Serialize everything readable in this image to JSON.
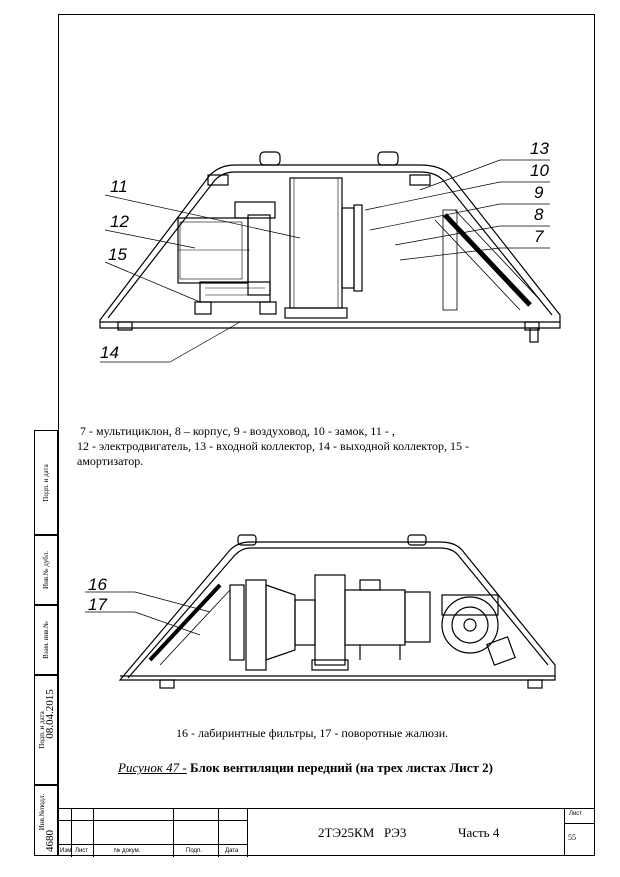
{
  "side_stamp": {
    "podp_data_1": "Подп. и дата",
    "inv_dubl": "Инв.№ дубл.",
    "vzam_inv": "Взам. инв.№",
    "podp_data_2": "Подп. и дата",
    "date_value": "08.04.2015",
    "inv_podl": "Инв.№подл.",
    "inv_value": "4680"
  },
  "figure_top": {
    "labels": [
      "13",
      "10",
      "9",
      "8",
      "7",
      "11",
      "12",
      "15",
      "14"
    ],
    "caption": "7 - мультициклон, 8 – корпус, 9 - воздуховод, 10 - замок, 11 - ,",
    "caption_line2": "12 - электродвигатель, 13 - входной коллектор, 14 - выходной коллектор, 15 -",
    "caption_line3": "амортизатор."
  },
  "figure_bottom": {
    "labels": [
      "16",
      "17"
    ],
    "caption": "16 - лабиринтные фильтры, 17 - поворотные жалюзи."
  },
  "figure_title": {
    "prefix": "Рисунок 47 -",
    "text": "Блок вентиляции передний (на трех листах Лист 2)"
  },
  "title_block": {
    "col_izm": "Изм",
    "col_list": "Лист",
    "col_ndokum": "№ докум.",
    "col_podp": "Подп.",
    "col_data": "Дата",
    "designation": "2ТЭ25КМ   РЭ3",
    "part": "Часть 4",
    "sheet_label": "Лист",
    "sheet_number": "55"
  }
}
